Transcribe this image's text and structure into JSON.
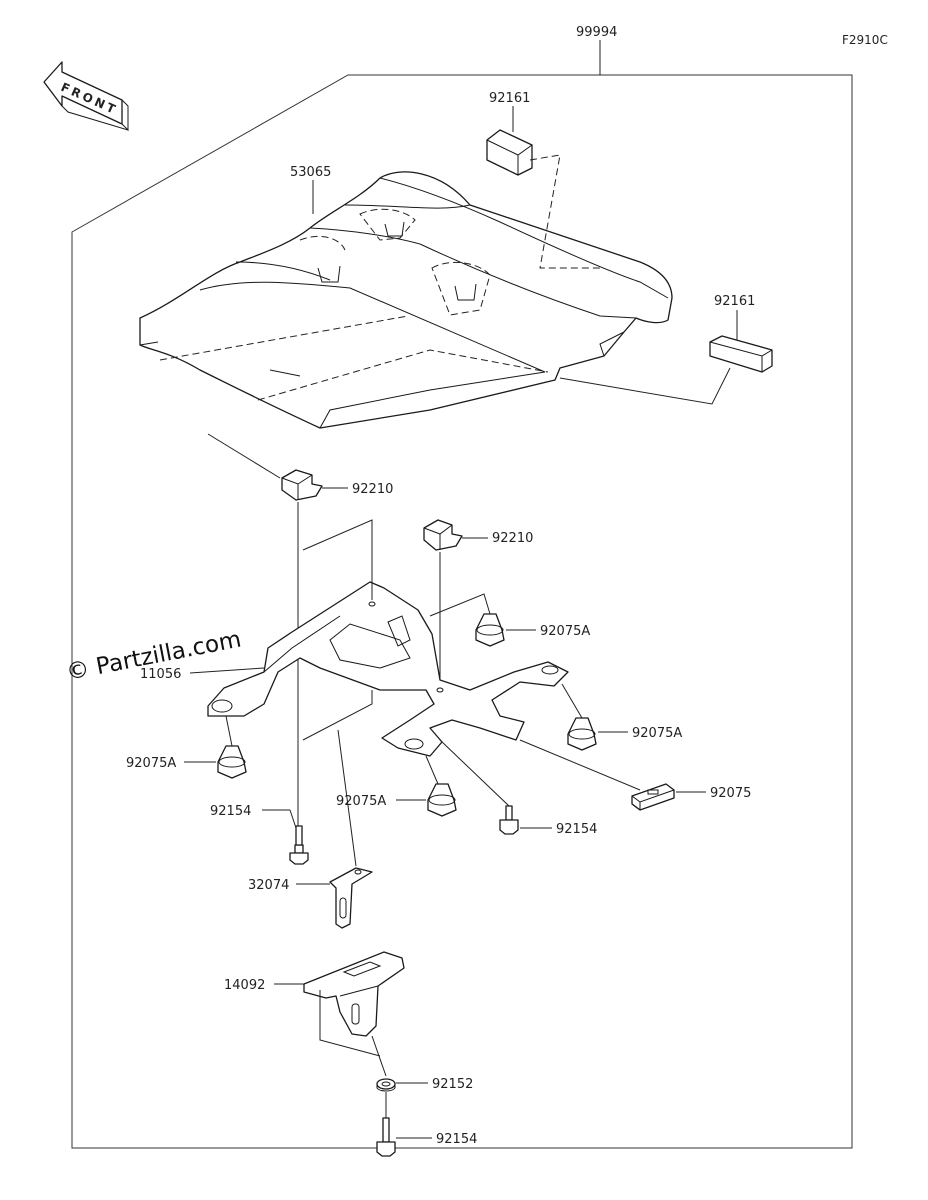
{
  "diagram": {
    "figure_code": "F2910C",
    "assembly_number": "99994",
    "front_label": "FRONT",
    "watermark": "© Partzilla.com",
    "labels": {
      "p53065": "53065",
      "p92161_top": "92161",
      "p92161_right": "92161",
      "p92210_left": "92210",
      "p92210_right": "92210",
      "p92075A_upper_right": "92075A",
      "p11056": "11056",
      "p92075A_left": "92075A",
      "p92075A_right": "92075A",
      "p92075": "92075",
      "p92154_left": "92154",
      "p92075A_center": "92075A",
      "p92154_center": "92154",
      "p32074": "32074",
      "p14092": "14092",
      "p92152": "92152",
      "p92154_bottom": "92154"
    }
  }
}
